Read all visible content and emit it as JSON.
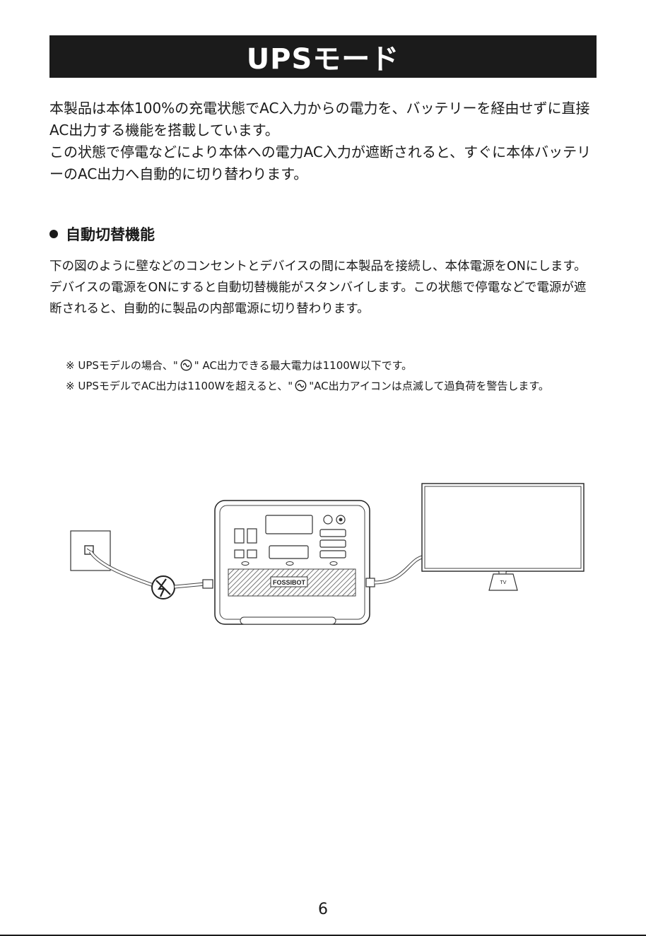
{
  "title": "UPSモード",
  "intro": [
    "本製品は本体100%の充電状態でAC入力からの電力を、バッテリーを経由せずに直接AC出力する機能を搭載しています。",
    "この状態で停電などにより本体への電力AC入力が遮断されると、すぐに本体バッテリーのAC出力へ自動的に切り替わります。"
  ],
  "section": {
    "heading": "自動切替機能",
    "body": "下の図のように壁などのコンセントとデバイスの間に本製品を接続し、本体電源をONにします。デバイスの電源をONにすると自動切替機能がスタンバイします。この状態で停電などで電源が遮断されると、自動的に製品の内部電源に切り替わります。"
  },
  "notes": {
    "note1_before": "※ UPSモデルの場合、\"",
    "note1_after": "\" AC出力できる最大電力は1100W以下です。",
    "note2_before": "※ UPSモデルでAC出力は1100Wを超えると、\"",
    "note2_after": "\"AC出力アイコンは点滅して過負荷を警告します。"
  },
  "diagram": {
    "brand": "FOSSIBOT",
    "tv_label": "TV",
    "icons": [
      "wall-outlet-icon",
      "power-cut-icon",
      "power-station",
      "tv-icon",
      "ac-output-icon"
    ]
  },
  "page_number": "6",
  "colors": {
    "title_bg": "#1b1b1b",
    "title_text": "#ffffff",
    "text": "#1a1a1a"
  }
}
